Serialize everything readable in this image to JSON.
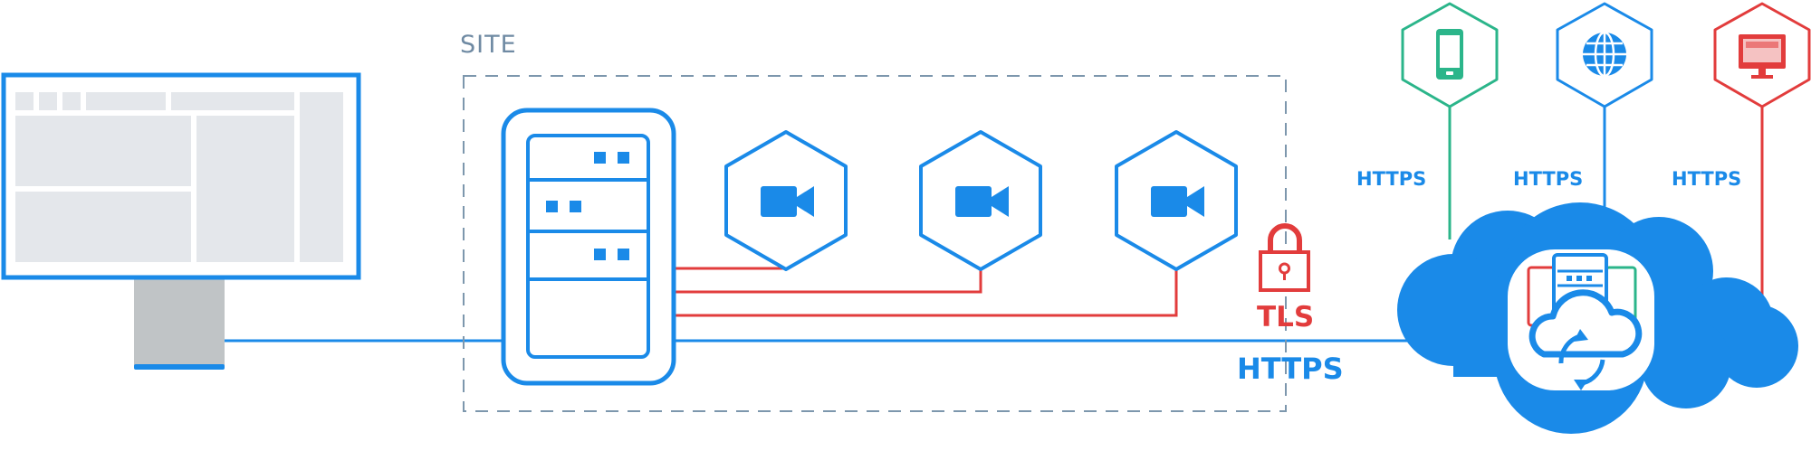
{
  "labels": {
    "site": "SITE",
    "tls": "TLS",
    "https_main": "HTTPS",
    "https_mobile": "HTTPS",
    "https_web": "HTTPS",
    "https_desktop": "HTTPS"
  },
  "icons": {
    "monitor": "desktop-monitor-icon",
    "server": "server-rack-icon",
    "cameras": [
      "video-camera-icon",
      "video-camera-icon",
      "video-camera-icon"
    ],
    "lock": "padlock-icon",
    "mobile": "mobile-phone-icon",
    "globe": "globe-icon",
    "desktop_client": "desktop-client-icon",
    "cloud": "cloud-service-icon"
  },
  "colors": {
    "primary_blue": "#1a8ae8",
    "red": "#e23c3c",
    "green": "#2bb58a",
    "gray": "#c0c4c6",
    "panel_gray": "#e4e7eb",
    "dashed_border": "#7d97ad"
  }
}
